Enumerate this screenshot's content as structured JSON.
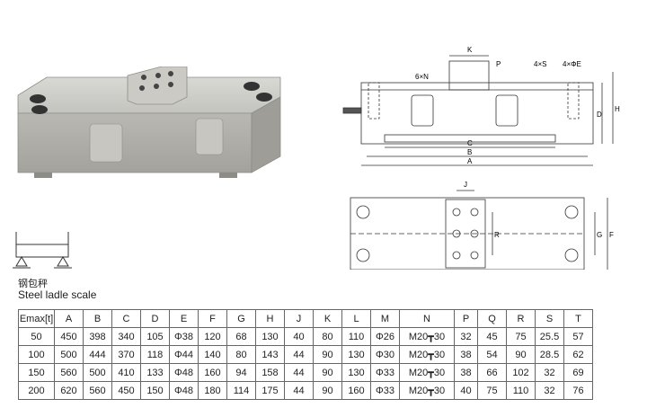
{
  "caption": {
    "cn": "钢包秤",
    "en": "Steel ladle scale"
  },
  "drawing_labels": {
    "K": "K",
    "P": "P",
    "S4": "4×S",
    "E4": "4×ΦE",
    "N6": "6×N",
    "D": "D",
    "H": "H",
    "C": "C",
    "B": "B",
    "A": "A",
    "J": "J",
    "R": "R",
    "G": "G",
    "F": "F"
  },
  "table": {
    "headers": [
      "Emax[t]",
      "A",
      "B",
      "C",
      "D",
      "E",
      "F",
      "G",
      "H",
      "J",
      "K",
      "L",
      "M",
      "N",
      "P",
      "Q",
      "R",
      "S",
      "T"
    ],
    "rows": [
      [
        "50",
        "450",
        "398",
        "340",
        "105",
        "Φ38",
        "120",
        "68",
        "130",
        "40",
        "80",
        "110",
        "Φ26",
        "M20┳30",
        "32",
        "45",
        "75",
        "25.5",
        "57"
      ],
      [
        "100",
        "500",
        "444",
        "370",
        "118",
        "Φ44",
        "140",
        "80",
        "143",
        "44",
        "90",
        "130",
        "Φ30",
        "M20┳30",
        "38",
        "54",
        "90",
        "28.5",
        "62"
      ],
      [
        "150",
        "560",
        "500",
        "410",
        "133",
        "Φ48",
        "160",
        "94",
        "158",
        "44",
        "90",
        "130",
        "Φ33",
        "M20┳30",
        "38",
        "66",
        "102",
        "32",
        "69"
      ],
      [
        "200",
        "620",
        "560",
        "450",
        "150",
        "Φ48",
        "180",
        "114",
        "175",
        "44",
        "90",
        "160",
        "Φ33",
        "M20┳30",
        "40",
        "75",
        "110",
        "32",
        "76"
      ]
    ]
  }
}
